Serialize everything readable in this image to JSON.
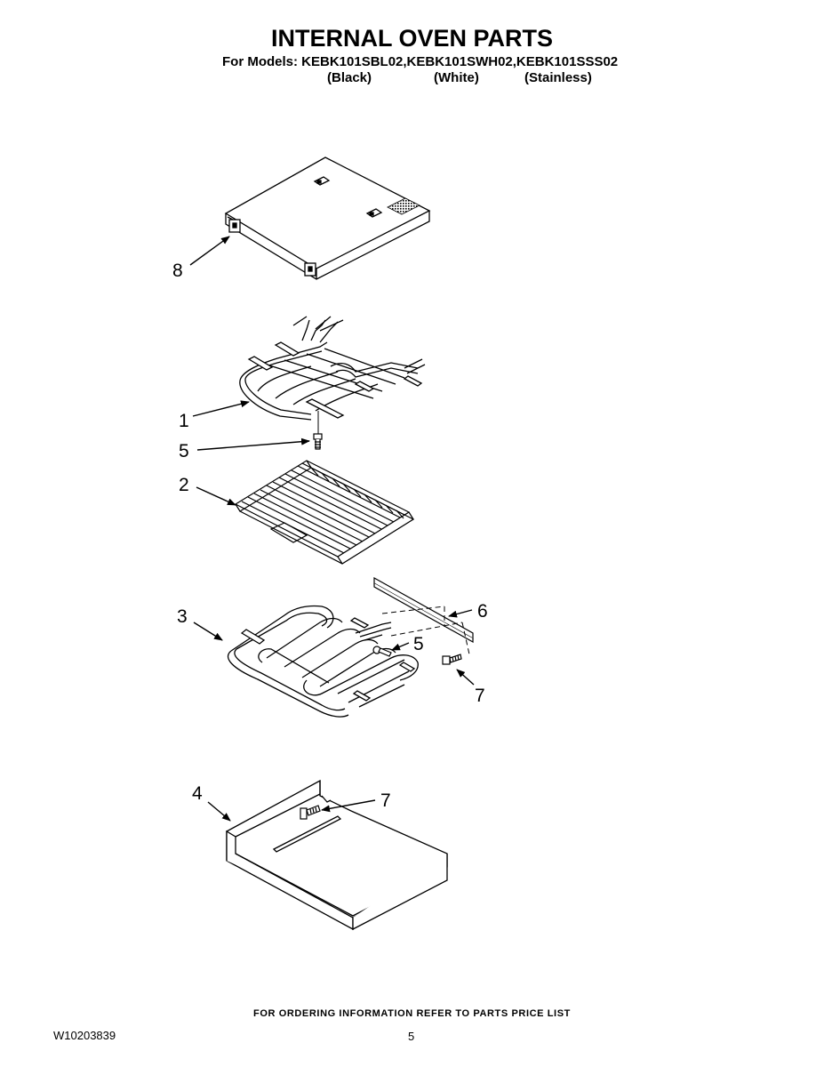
{
  "header": {
    "title": "INTERNAL OVEN PARTS",
    "models_line": "For Models: KEBK101SBL02,KEBK101SWH02,KEBK101SSS02",
    "variants": [
      "(Black)",
      "(White)",
      "(Stainless)"
    ]
  },
  "callouts": {
    "c8": "8",
    "c1": "1",
    "c5a": "5",
    "c2": "2",
    "c6": "6",
    "c3": "3",
    "c5b": "5",
    "c7a": "7",
    "c4": "4",
    "c7b": "7"
  },
  "footer": {
    "ordering_note": "FOR ORDERING INFORMATION REFER TO PARTS PRICE LIST",
    "document_number": "W10203839",
    "page_number": "5"
  }
}
